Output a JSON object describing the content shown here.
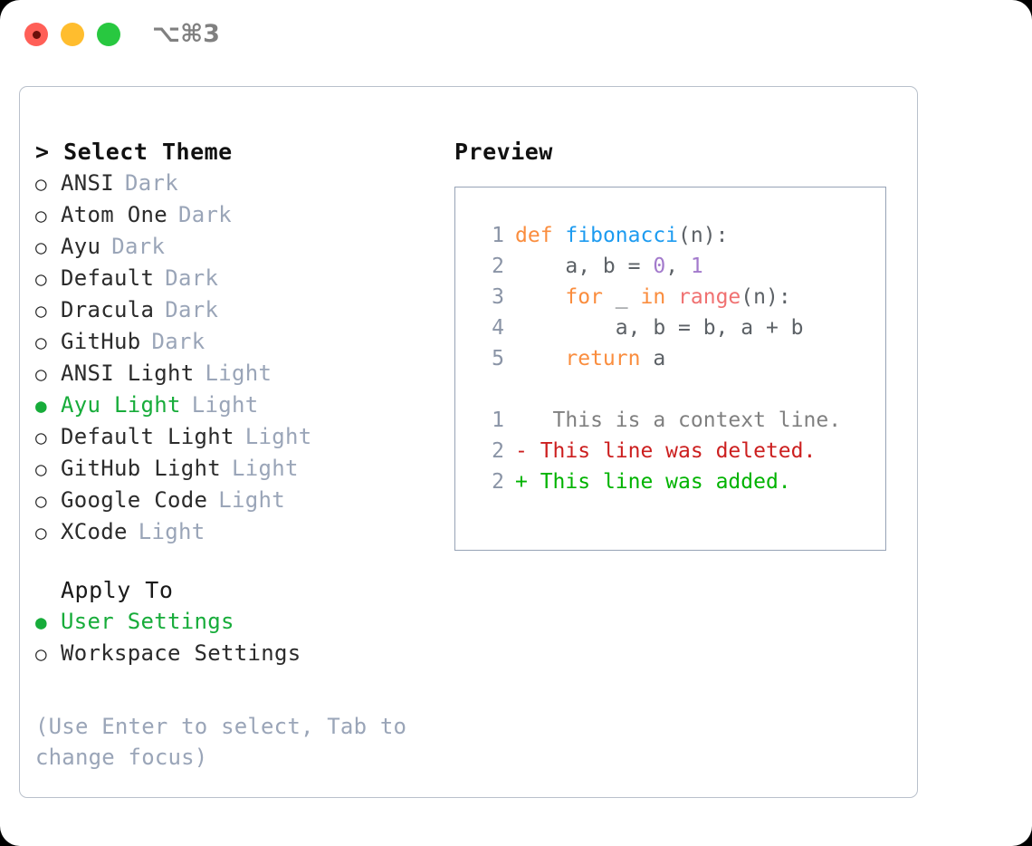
{
  "titlebar": {
    "shortcut": "⌥⌘3",
    "buttons": [
      {
        "name": "close",
        "color": "#ff5f57"
      },
      {
        "name": "minimize",
        "color": "#ffbd2e"
      },
      {
        "name": "maximize",
        "color": "#28c840"
      }
    ]
  },
  "theme_list": {
    "heading": "> Select Theme",
    "items": [
      {
        "marker": "○",
        "label": "ANSI",
        "tag": "Dark",
        "selected": false
      },
      {
        "marker": "○",
        "label": "Atom One",
        "tag": "Dark",
        "selected": false
      },
      {
        "marker": "○",
        "label": "Ayu",
        "tag": "Dark",
        "selected": false
      },
      {
        "marker": "○",
        "label": "Default",
        "tag": "Dark",
        "selected": false
      },
      {
        "marker": "○",
        "label": "Dracula",
        "tag": "Dark",
        "selected": false
      },
      {
        "marker": "○",
        "label": "GitHub",
        "tag": "Dark",
        "selected": false
      },
      {
        "marker": "○",
        "label": "ANSI Light",
        "tag": "Light",
        "selected": false
      },
      {
        "marker": "●",
        "label": "Ayu Light",
        "tag": "Light",
        "selected": true
      },
      {
        "marker": "○",
        "label": "Default Light",
        "tag": "Light",
        "selected": false
      },
      {
        "marker": "○",
        "label": "GitHub Light",
        "tag": "Light",
        "selected": false
      },
      {
        "marker": "○",
        "label": "Google Code",
        "tag": "Light",
        "selected": false
      },
      {
        "marker": "○",
        "label": "XCode",
        "tag": "Light",
        "selected": false
      }
    ]
  },
  "apply_to": {
    "heading": "Apply To",
    "items": [
      {
        "marker": "●",
        "label": "User Settings",
        "selected": true
      },
      {
        "marker": "○",
        "label": "Workspace Settings",
        "selected": false
      }
    ]
  },
  "hint": "(Use Enter to select, Tab to change focus)",
  "preview": {
    "title": "Preview",
    "code_lines": [
      {
        "no": "1",
        "tokens": [
          {
            "t": "def",
            "c": "kw"
          },
          {
            "t": " "
          },
          {
            "t": "fibonacci",
            "c": "fn"
          },
          {
            "t": "(n):",
            "c": "pl"
          }
        ]
      },
      {
        "no": "2",
        "tokens": [
          {
            "t": "    a, b = ",
            "c": "pl"
          },
          {
            "t": "0",
            "c": "num"
          },
          {
            "t": ", ",
            "c": "pl"
          },
          {
            "t": "1",
            "c": "num"
          }
        ]
      },
      {
        "no": "3",
        "tokens": [
          {
            "t": "    ",
            "c": "pl"
          },
          {
            "t": "for",
            "c": "kw"
          },
          {
            "t": " _ ",
            "c": "pl"
          },
          {
            "t": "in",
            "c": "kw"
          },
          {
            "t": " "
          },
          {
            "t": "range",
            "c": "call"
          },
          {
            "t": "(n):",
            "c": "pl"
          }
        ]
      },
      {
        "no": "4",
        "tokens": [
          {
            "t": "        a, b = b, a + b",
            "c": "pl"
          }
        ]
      },
      {
        "no": "5",
        "tokens": [
          {
            "t": "    ",
            "c": "pl"
          },
          {
            "t": "return",
            "c": "kw"
          },
          {
            "t": " a",
            "c": "pl"
          }
        ]
      }
    ],
    "diff_lines": [
      {
        "no": "1",
        "sign": " ",
        "text": "  This is a context line.",
        "kind": "ctx"
      },
      {
        "no": "2",
        "sign": "-",
        "text": " This line was deleted.",
        "kind": "del"
      },
      {
        "no": "2",
        "sign": "+",
        "text": " This line was added.",
        "kind": "add"
      }
    ]
  },
  "colors": {
    "accent_green": "#17ac3a",
    "muted": "#9aa5b8",
    "keyword": "#fa8d3e",
    "function": "#1d9bf0",
    "number": "#a37acc",
    "call": "#f07171",
    "diff_delete": "#cc1f1f",
    "diff_add": "#00b300",
    "panel_border": "#b9c0cb",
    "preview_border": "#97a3b6"
  }
}
